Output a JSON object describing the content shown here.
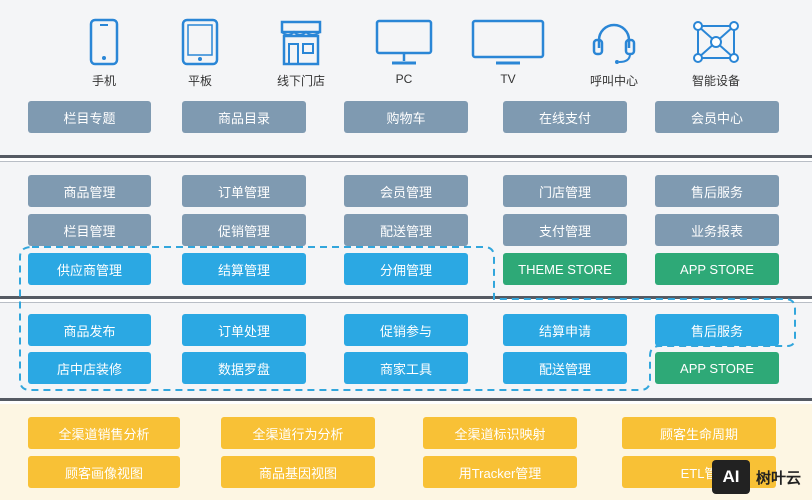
{
  "devices": [
    {
      "label": "手机",
      "icon": "phone-icon"
    },
    {
      "label": "平板",
      "icon": "tablet-icon"
    },
    {
      "label": "线下门店",
      "icon": "store-icon"
    },
    {
      "label": "PC",
      "icon": "monitor-icon"
    },
    {
      "label": "TV",
      "icon": "tv-icon"
    },
    {
      "label": "呼叫中心",
      "icon": "headset-icon"
    },
    {
      "label": "智能设备",
      "icon": "network-icon"
    }
  ],
  "front_row": [
    "栏目专题",
    "商品目录",
    "购物车",
    "在线支付",
    "会员中心"
  ],
  "admin_rows": [
    [
      "商品管理",
      "订单管理",
      "会员管理",
      "门店管理",
      "售后服务"
    ],
    [
      "栏目管理",
      "促销管理",
      "配送管理",
      "支付管理",
      "业务报表"
    ],
    [
      "供应商管理",
      "结算管理",
      "分佣管理",
      "THEME STORE",
      "APP STORE"
    ]
  ],
  "merchant_rows": [
    [
      "商品发布",
      "订单处理",
      "促销参与",
      "结算申请",
      "售后服务"
    ],
    [
      "店中店装修",
      "数据罗盘",
      "商家工具",
      "配送管理",
      "APP STORE"
    ]
  ],
  "analytics_rows": [
    [
      "全渠道销售分析",
      "全渠道行为分析",
      "全渠道标识映射",
      "顾客生命周期"
    ],
    [
      "顾客画像视图",
      "商品基因视图",
      "用Tracker管理",
      "ETL管"
    ]
  ],
  "watermark": {
    "logo": "AI",
    "text": "树叶云"
  },
  "colors": {
    "gray_box": "#7f9ab1",
    "blue_box": "#2ba8e3",
    "green_box": "#2ea977",
    "yellow_box": "#f8c136",
    "dashed_outline": "#32a6dc",
    "icon_blue": "#2a86d6"
  }
}
